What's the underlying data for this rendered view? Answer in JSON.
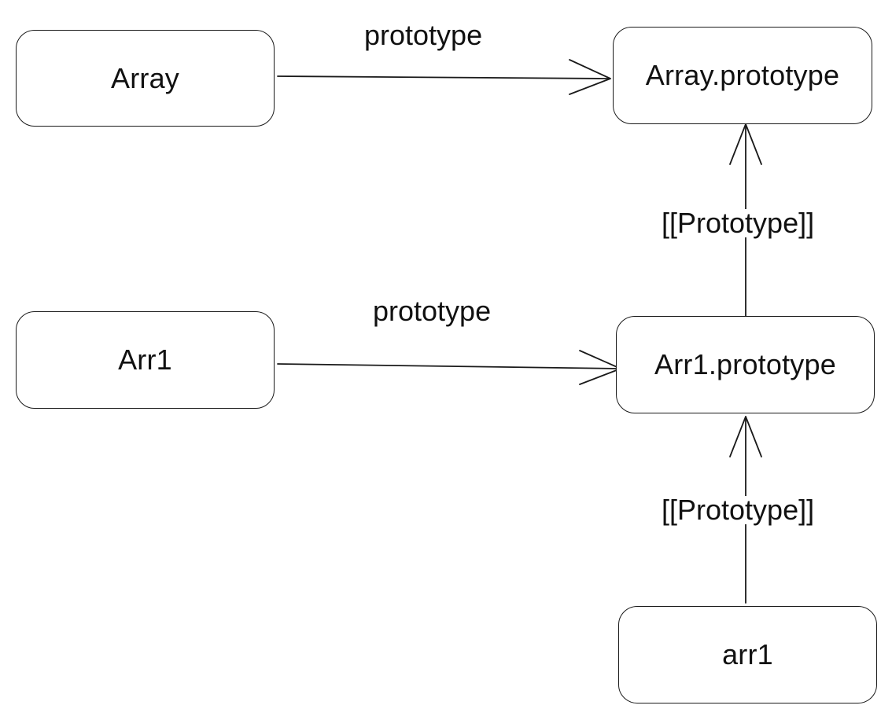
{
  "diagram": {
    "nodes": {
      "array": "Array",
      "array_prototype": "Array.prototype",
      "arr1": "Arr1",
      "arr1_prototype": "Arr1.prototype",
      "arr1_instance": "arr1"
    },
    "edges": [
      {
        "from": "Array",
        "to": "Array.prototype",
        "label": "prototype"
      },
      {
        "from": "Arr1",
        "to": "Arr1.prototype",
        "label": "prototype"
      },
      {
        "from": "Arr1.prototype",
        "to": "Array.prototype",
        "label": "[[Prototype]]"
      },
      {
        "from": "arr1",
        "to": "Arr1.prototype",
        "label": "[[Prototype]]"
      }
    ],
    "labels": {
      "array_to_array_prototype": "prototype",
      "arr1_to_arr1_prototype": "prototype",
      "arr1_prototype_to_array_prototype": "[[Prototype]]",
      "arr1_instance_to_arr1_prototype": "[[Prototype]]"
    }
  }
}
